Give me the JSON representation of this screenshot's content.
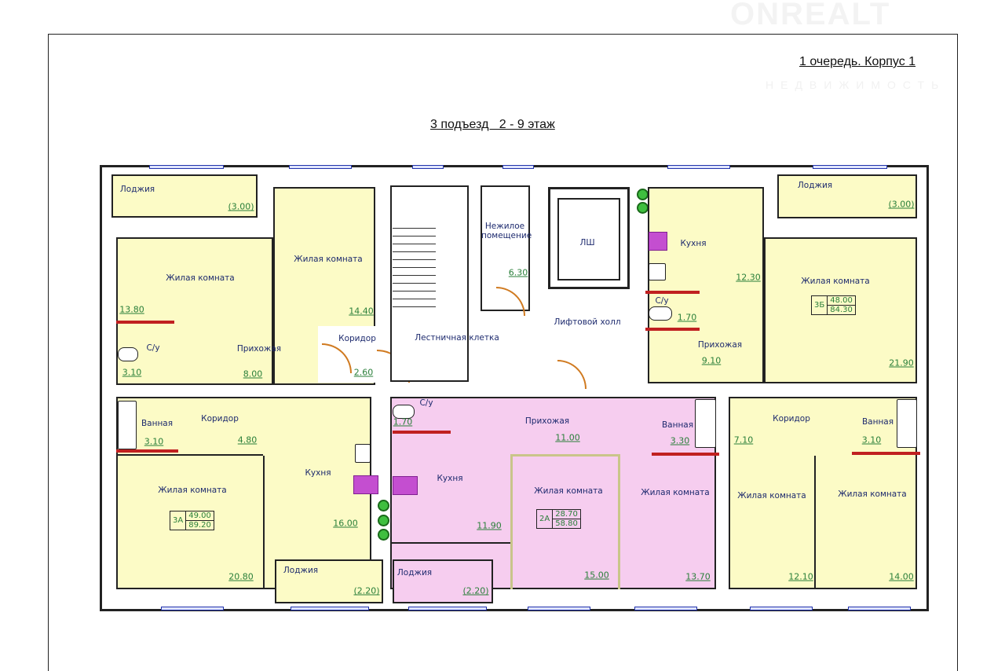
{
  "header": {
    "building": "1 очередь. Корпус 1",
    "section": "3 подъезд   2 - 9 этаж",
    "watermark": "ONREALT",
    "watermark_sub": "НЕДВИЖИМОСТЬ"
  },
  "apt_3a": {
    "tag": "3А",
    "living": "49.00",
    "total": "89.20",
    "rooms": [
      {
        "name": "Лоджия",
        "area": "(3.00)"
      },
      {
        "name": "Жилая комната",
        "area": "13.80"
      },
      {
        "name": "Жилая комната",
        "area": "14.40"
      },
      {
        "name": "Коридор",
        "area": "2.60"
      },
      {
        "name": "Прихожая",
        "area": "8.00"
      },
      {
        "name": "С/у",
        "area": "3.10"
      },
      {
        "name": "Ванная",
        "area": "3.10"
      },
      {
        "name": "Коридор",
        "area": "4.80"
      },
      {
        "name": "Кухня",
        "area": "16.00"
      },
      {
        "name": "Жилая комната",
        "area": "20.80"
      },
      {
        "name": "Лоджия",
        "area": "(2.20)"
      }
    ]
  },
  "common": {
    "stairs": "Лестничная клетка",
    "nonres": "Нежилое помещение",
    "nonres_area": "6.30",
    "shaft": "ЛШ",
    "lift_hall": "Лифтовой холл"
  },
  "apt_2a": {
    "tag": "2А",
    "living": "28.70",
    "total": "58.80",
    "rooms": [
      {
        "name": "С/у",
        "area": "1.70"
      },
      {
        "name": "Прихожая",
        "area": "11.00"
      },
      {
        "name": "Кухня",
        "area": "11.90"
      },
      {
        "name": "Жилая комната",
        "area": "15.00"
      },
      {
        "name": "Жилая комната",
        "area": "13.70"
      },
      {
        "name": "Ванная",
        "area": "3.30"
      },
      {
        "name": "Лоджия",
        "area": "(2.20)"
      }
    ]
  },
  "apt_3b": {
    "tag": "3Б",
    "living": "48.00",
    "total": "84.30",
    "rooms": [
      {
        "name": "Кухня",
        "area": "12.30"
      },
      {
        "name": "С/у",
        "area": "1.70"
      },
      {
        "name": "Прихожая",
        "area": "9.10"
      },
      {
        "name": "Лоджия",
        "area": "(3.00)"
      },
      {
        "name": "Жилая комната",
        "area": "21.90"
      },
      {
        "name": "Коридор",
        "area": "7.10"
      },
      {
        "name": "Ванная",
        "area": "3.10"
      },
      {
        "name": "Жилая комната",
        "area": "12.10"
      },
      {
        "name": "Жилая комната",
        "area": "14.00"
      }
    ]
  },
  "colors": {
    "apt_3": "#fcfbc6",
    "apt_2": "#f6cdef",
    "area_text": "#2a7f3a",
    "label_text": "#1d2a6e"
  }
}
